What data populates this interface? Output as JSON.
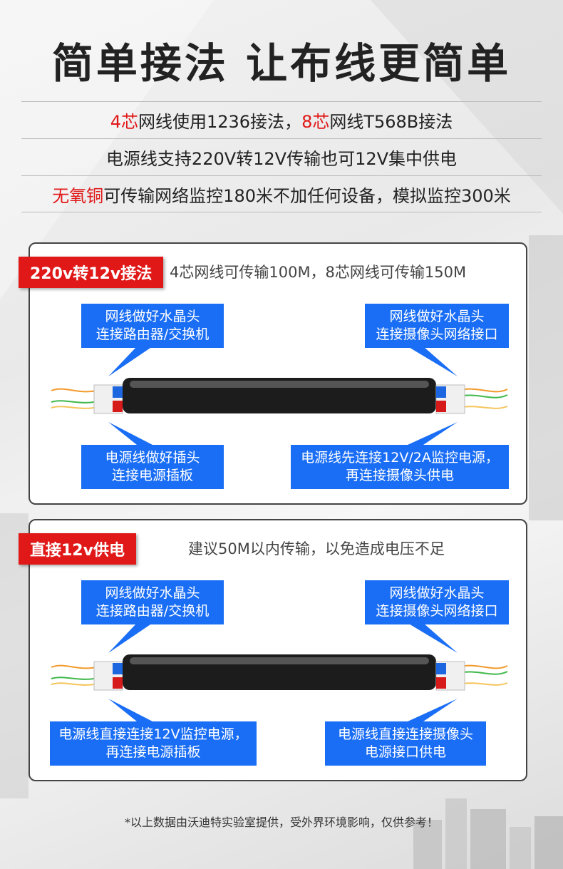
{
  "headline": "简单接法  让布线更简单",
  "info_rows": [
    {
      "parts": [
        {
          "t": "4芯",
          "red": true
        },
        {
          "t": "网线使用1236接法，",
          "red": false
        },
        {
          "t": "8芯",
          "red": true
        },
        {
          "t": "网线T568B接法",
          "red": false
        }
      ]
    },
    {
      "parts": [
        {
          "t": "电源线支持220V转12V传输也可12V集中供电",
          "red": false
        }
      ]
    },
    {
      "parts": [
        {
          "t": "无氧铜",
          "red": true
        },
        {
          "t": "可传输网络监控180米不加任何设备，模拟监控300米",
          "red": false
        }
      ]
    }
  ],
  "panel1": {
    "tag": "220v转12v接法",
    "note": "4芯网线可传输100M，8芯网线可传输150M",
    "callout_tl": [
      "网线做好水晶头",
      "连接路由器/交换机"
    ],
    "callout_tr": [
      "网线做好水晶头",
      "连接摄像头网络接口"
    ],
    "callout_bl": [
      "电源线做好插头",
      "连接电源插板"
    ],
    "callout_br": [
      "电源线先连接12V/2A监控电源，",
      "再连接摄像头供电"
    ]
  },
  "panel2": {
    "tag": "直接12v供电",
    "note": "建议50M以内传输，以免造成电压不足",
    "callout_tl": [
      "网线做好水晶头",
      "连接路由器/交换机"
    ],
    "callout_tr": [
      "网线做好水晶头",
      "连接摄像头网络接口"
    ],
    "callout_bl": [
      "电源线直接连接12V监控电源，",
      "再连接电源插板"
    ],
    "callout_br": [
      "电源线直接连接摄像头",
      "电源接口供电"
    ]
  },
  "footer": "*以上数据由沃迪特实验室提供，受外界环境影响，仅供参考！",
  "colors": {
    "accent_red": "#e01818",
    "callout_blue": "#1a6ef5",
    "cable_black": "#1c1c1c"
  }
}
